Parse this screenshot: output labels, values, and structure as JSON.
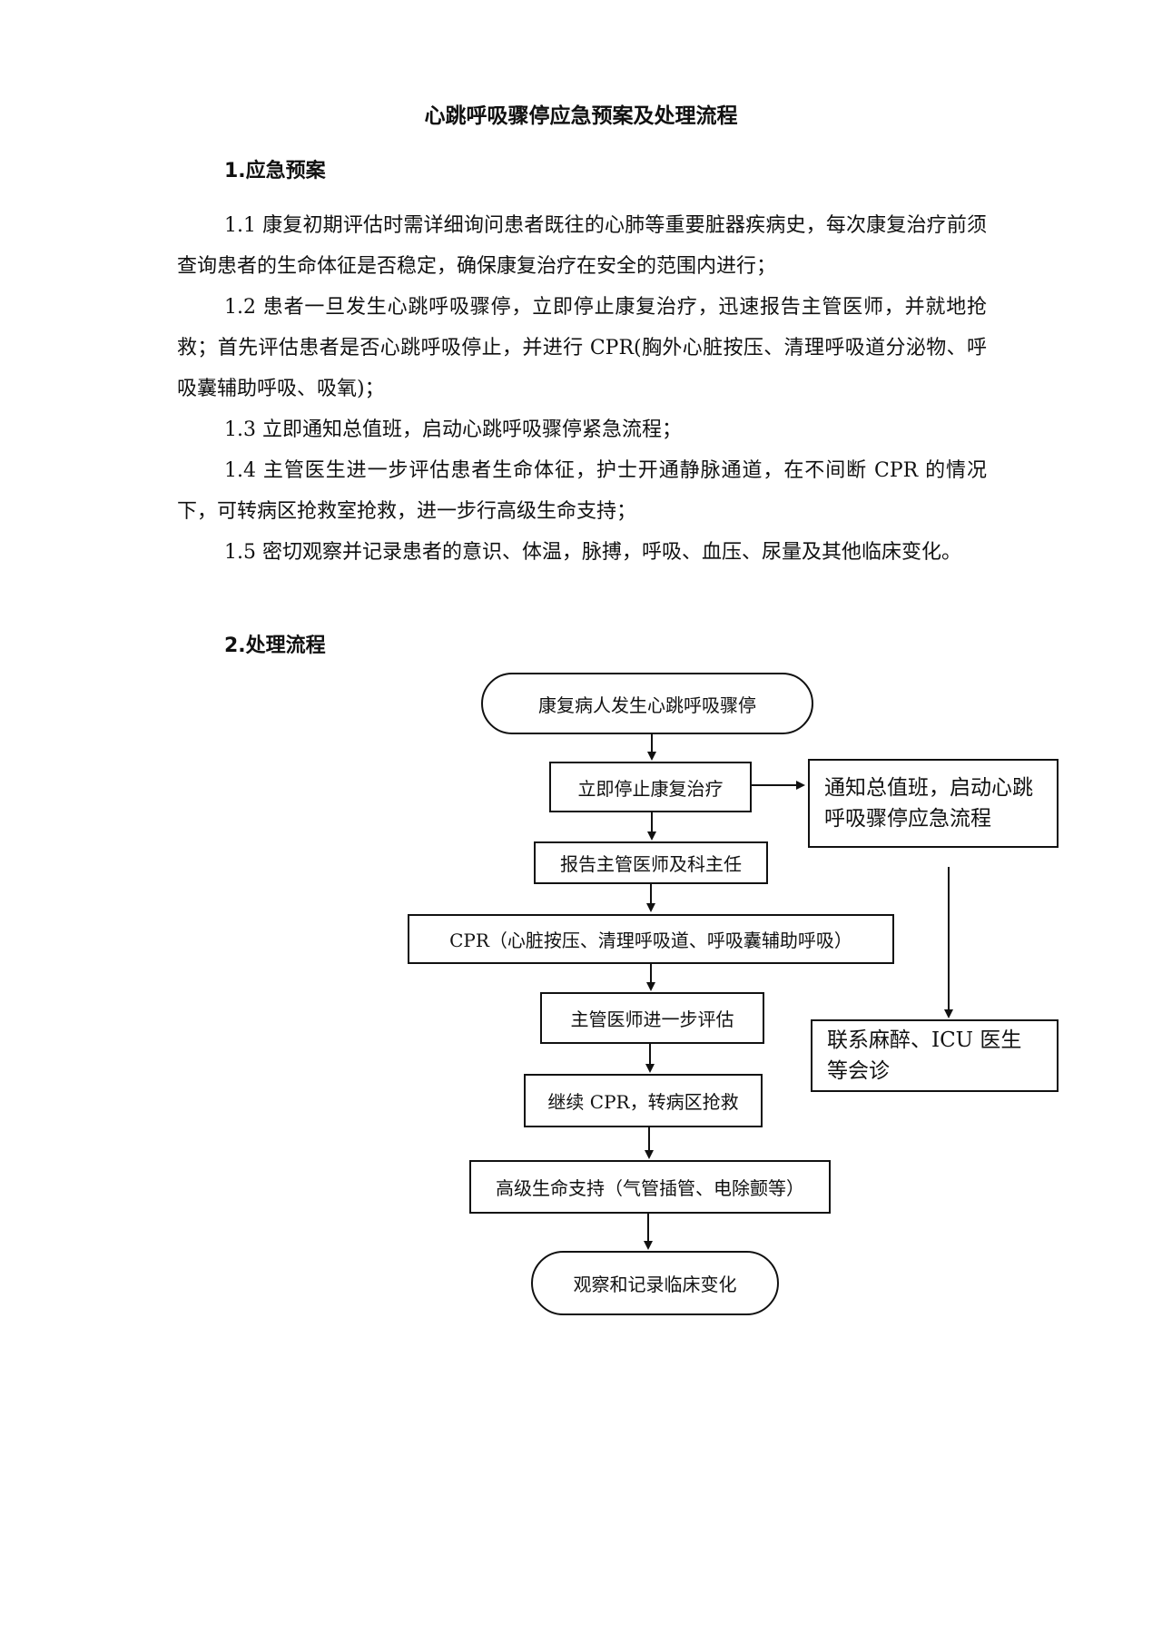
{
  "doc": {
    "title": "心跳呼吸骤停应急预案及处理流程",
    "section1": "1.应急预案",
    "paragraphs": [
      "1.1 康复初期评估时需详细询问患者既往的心肺等重要脏器疾病史，每次康复治疗前须查询患者的生命体征是否稳定，确保康复治疗在安全的范围内进行；",
      "1.2 患者一旦发生心跳呼吸骤停，立即停止康复治疗，迅速报告主管医师，并就地抢救；首先评估患者是否心跳呼吸停止，并进行 CPR(胸外心脏按压、清理呼吸道分泌物、呼吸囊辅助呼吸、吸氧)；",
      "1.3 立即通知总值班，启动心跳呼吸骤停紧急流程；",
      "1.4 主管医生进一步评估患者生命体征，护士开通静脉通道，在不间断 CPR 的情况下，可转病区抢救室抢救，进一步行高级生命支持；",
      "1.5 密切观察并记录患者的意识、体温，脉搏，呼吸、血压、尿量及其他临床变化。"
    ],
    "section2": "2.处理流程"
  },
  "flowchart": {
    "start": "康复病人发生心跳呼吸骤停",
    "stop": "立即停止康复治疗",
    "notify": "通知总值班，启动心跳呼吸骤停应急流程",
    "report": "报告主管医师及科主任",
    "cpr": "CPR（心脏按压、清理呼吸道、呼吸囊辅助呼吸）",
    "assess": "主管医师进一步评估",
    "continue": "继续 CPR，转病区抢救",
    "consult": "联系麻醉、ICU 医生等会诊",
    "advanced": "高级生命支持（气管插管、电除颤等）",
    "end": "观察和记录临床变化"
  }
}
